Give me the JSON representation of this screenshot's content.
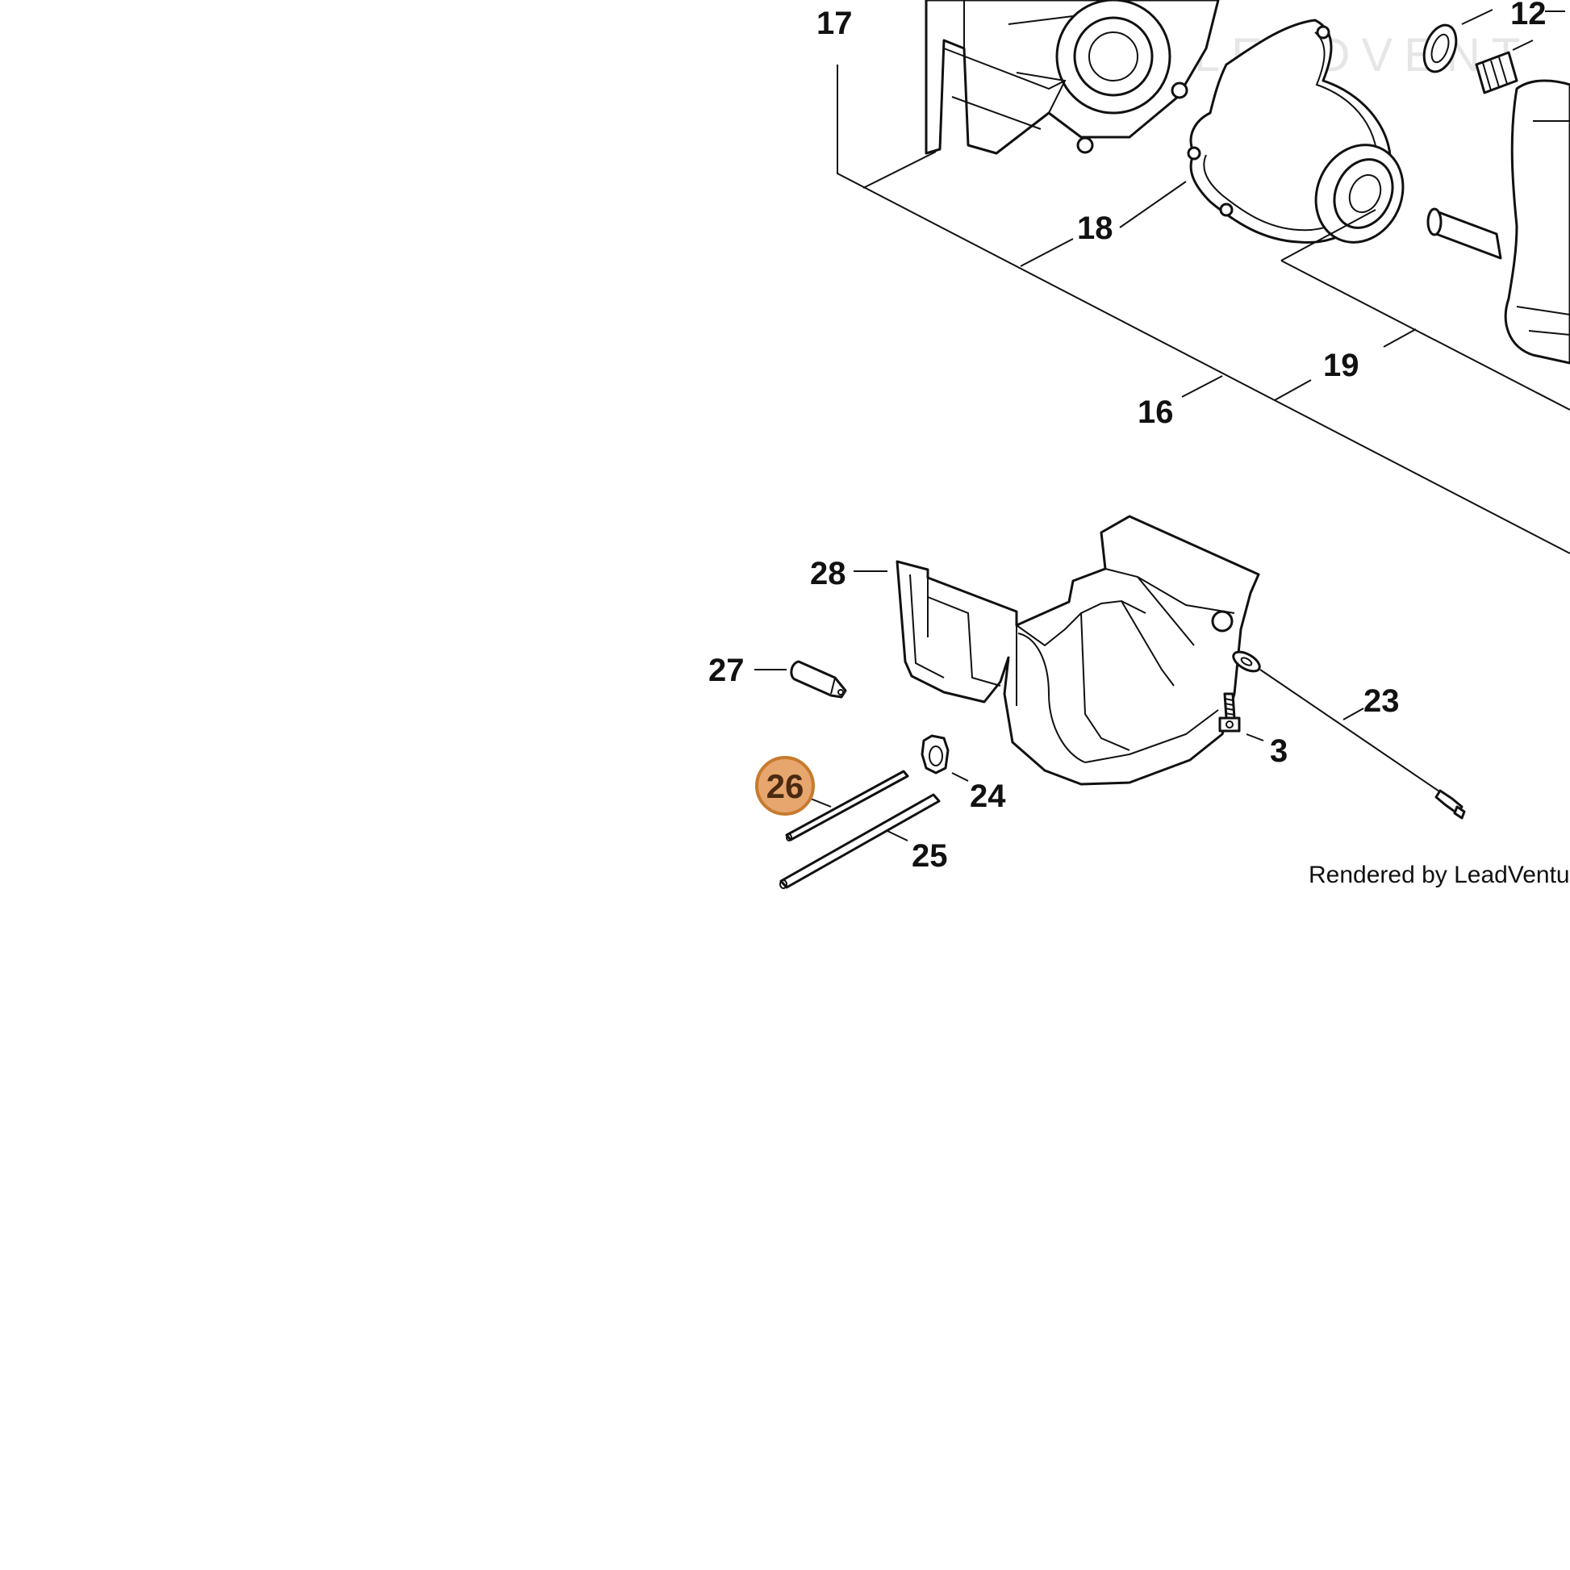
{
  "watermark": "LEADVENT",
  "credit": "Rendered by LeadVenture,",
  "highlight": {
    "color": "#e6a66e",
    "border": "#c77a2e",
    "text_color": "#4a2a10"
  },
  "callouts": {
    "c12": "12",
    "c17": "17",
    "c18": "18",
    "c16": "16",
    "c19": "19",
    "c28": "28",
    "c27": "27",
    "c23": "23",
    "c3": "3",
    "c24": "24",
    "c26": "26",
    "c25": "25"
  }
}
